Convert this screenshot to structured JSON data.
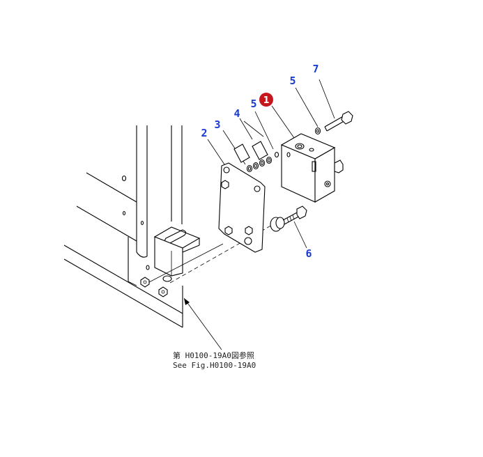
{
  "callouts": [
    {
      "id": "1",
      "label": "1",
      "highlighted": true
    },
    {
      "id": "2",
      "label": "2"
    },
    {
      "id": "3",
      "label": "3"
    },
    {
      "id": "4",
      "label": "4"
    },
    {
      "id": "5a",
      "label": "5"
    },
    {
      "id": "5b",
      "label": "5"
    },
    {
      "id": "6",
      "label": "6"
    },
    {
      "id": "7",
      "label": "7"
    }
  ],
  "reference": {
    "line_jp": "第 H0100-19A0図参照",
    "line_en": "See Fig.H0100-19A0"
  },
  "colors": {
    "callout": "#1a3bd6",
    "highlight": "#c4161c",
    "line": "#000000"
  }
}
